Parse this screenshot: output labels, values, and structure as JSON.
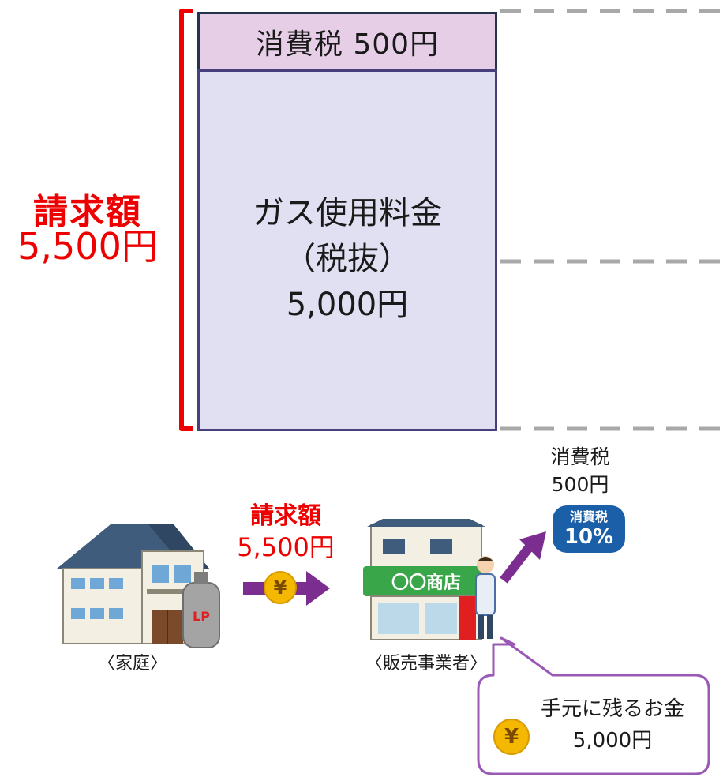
{
  "tax_box": {
    "label": "消費税 500円"
  },
  "fee_box": {
    "line1": "ガス使用料金",
    "line2": "（税抜）",
    "line3": "5,000円"
  },
  "bill_left": {
    "title": "請求額",
    "amount": "5,500円"
  },
  "bill_mid": {
    "title": "請求額",
    "amount": "5,500円"
  },
  "household": {
    "caption": "〈家庭〉",
    "tank_label": "LP"
  },
  "shop": {
    "caption": "〈販売事業者〉",
    "sign": "〇〇商店"
  },
  "government": {
    "title": "消費税",
    "amount": "500円",
    "badge_line1": "消費税",
    "badge_line2": "10%"
  },
  "callout": {
    "line1": "手元に残るお金",
    "line2": "5,000円"
  },
  "coin_symbol": "¥",
  "colors": {
    "red": "#ee0000",
    "purple_arrow": "#7b2d90",
    "callout_border": "#9b59b6",
    "coin": "#f5b800"
  }
}
